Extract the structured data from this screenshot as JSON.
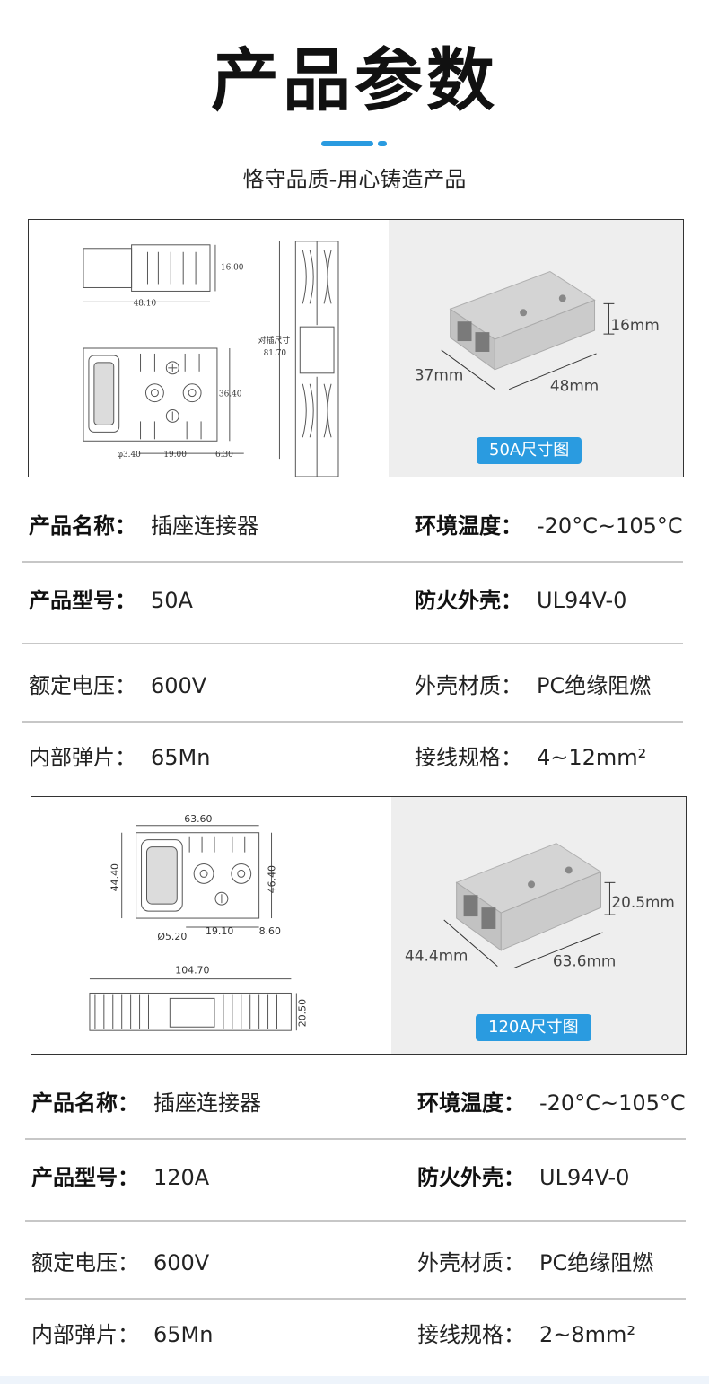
{
  "header": {
    "title": "产品参数",
    "subtitle": "恪守品质-用心铸造产品",
    "accent_color": "#2a9be0"
  },
  "section_50a": {
    "drawing_dims": {
      "top_height": "16.00",
      "length": "48.10",
      "mate_label_1": "对插尺寸",
      "mate_value": "81.70",
      "front_height": "36.40",
      "hole_dia": "φ3.40",
      "pitch": "19.00",
      "offset": "6.30"
    },
    "photo_dims": {
      "height": "16mm",
      "width": "37mm",
      "length": "48mm"
    },
    "badge": "50A尺寸图",
    "specs": [
      {
        "left_label": "产品名称：",
        "left_value": "插座连接器",
        "right_label": "环境温度：",
        "right_value": "-20°C~105°C"
      },
      {
        "left_label": "产品型号：",
        "left_value": "50A",
        "right_label": "防火外壳：",
        "right_value": "UL94V-0"
      },
      {
        "left_label": "额定电压：",
        "left_value": "600V",
        "right_label": "外壳材质：",
        "right_value": "PC绝缘阻燃"
      },
      {
        "left_label": "内部弹片：",
        "left_value": "65Mn",
        "right_label": "接线规格：",
        "right_value": "4~12mm²"
      }
    ]
  },
  "section_120a": {
    "drawing_dims": {
      "width": "63.60",
      "left_height": "44.40",
      "right_height": "46.40",
      "hole_dia": "Ø5.20",
      "pitch": "19.10",
      "offset": "8.60",
      "side_length": "104.70",
      "side_height": "20.50"
    },
    "photo_dims": {
      "height": "20.5mm",
      "width": "44.4mm",
      "length": "63.6mm"
    },
    "badge": "120A尺寸图",
    "specs": [
      {
        "left_label": "产品名称：",
        "left_value": "插座连接器",
        "right_label": "环境温度：",
        "right_value": "-20°C~105°C"
      },
      {
        "left_label": "产品型号：",
        "left_value": "120A",
        "right_label": "防火外壳：",
        "right_value": "UL94V-0"
      },
      {
        "left_label": "额定电压：",
        "left_value": "600V",
        "right_label": "外壳材质：",
        "right_value": "PC绝缘阻燃"
      },
      {
        "left_label": "内部弹片：",
        "left_value": "65Mn",
        "right_label": "接线规格：",
        "right_value": "2~8mm²"
      }
    ]
  }
}
